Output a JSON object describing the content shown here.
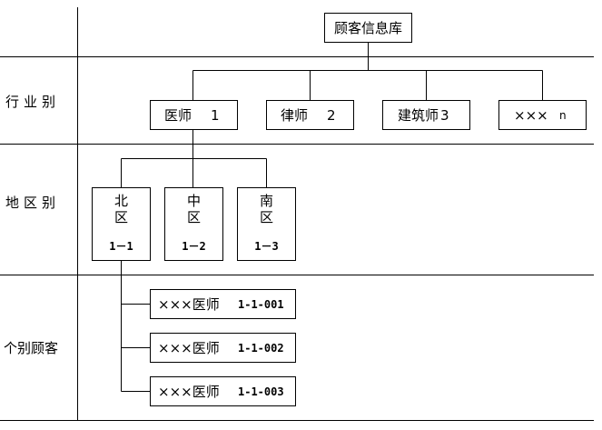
{
  "rows": [
    {
      "label": "行业别"
    },
    {
      "label": "地区别"
    },
    {
      "label": "个别顾客"
    }
  ],
  "root": {
    "label": "顾客信息库"
  },
  "industries": [
    {
      "label": "医师",
      "code": "1"
    },
    {
      "label": "律师",
      "code": "2"
    },
    {
      "label": "建筑师",
      "code": "3"
    },
    {
      "label": "×××",
      "code": "n"
    }
  ],
  "regions": [
    {
      "line1": "北",
      "line2": "区",
      "code": "1－1"
    },
    {
      "line1": "中",
      "line2": "区",
      "code": "1－2"
    },
    {
      "line1": "南",
      "line2": "区",
      "code": "1－3"
    }
  ],
  "customers": [
    {
      "name": "×××医师",
      "code": "1-1-001"
    },
    {
      "name": "×××医师",
      "code": "1-1-002"
    },
    {
      "name": "×××医师",
      "code": "1-1-003"
    }
  ]
}
